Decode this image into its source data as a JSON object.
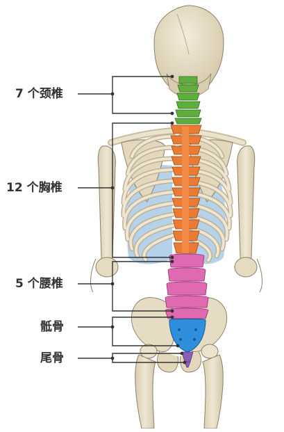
{
  "labels": {
    "cervical": "7 个颈椎",
    "thoracic": "12 个胸椎",
    "lumbar": "5 个腰椎",
    "sacrum": "骶骨",
    "coccyx": "尾骨"
  },
  "colors": {
    "cervical": "#5fae3c",
    "thoracic": "#ea7b33",
    "lumbar": "#e06ab2",
    "sacrum": "#2f8fdc",
    "coccyx": "#8b5fb8",
    "bone": "#e6dcc3",
    "bone_outline": "#8a7f68",
    "lung": "#a9c9e6",
    "leader_line": "#333333"
  }
}
